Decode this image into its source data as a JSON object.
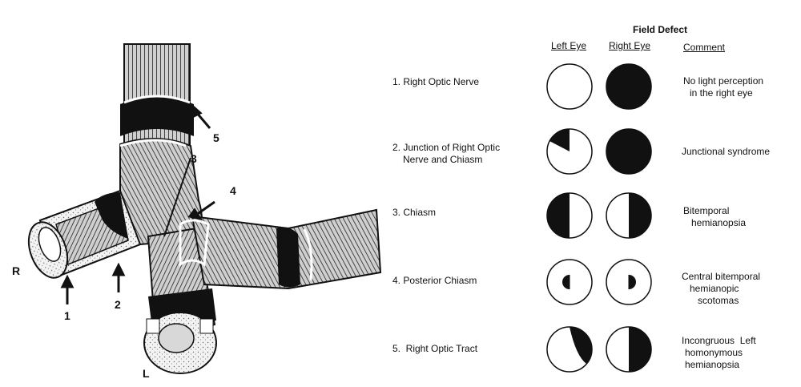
{
  "anatomy": {
    "side_labels": {
      "right": "R",
      "left": "L"
    },
    "lesion_markers": [
      "1",
      "2",
      "3",
      "4",
      "5"
    ]
  },
  "table": {
    "title": "Field Defect",
    "headers": {
      "left_eye": "Left Eye",
      "right_eye": "Right Eye",
      "comment": "Comment"
    },
    "rows": [
      {
        "label_lines": [
          "1. Right Optic Nerve"
        ],
        "left_defect": "none",
        "right_defect": "full",
        "comment_lines": [
          "No light perception",
          "in the right eye"
        ]
      },
      {
        "label_lines": [
          "2. Junction of Right Optic",
          "Nerve and Chiasm"
        ],
        "left_defect": "upper-temporal-quadrant",
        "right_defect": "full",
        "comment_lines": [
          "Junctional syndrome"
        ]
      },
      {
        "label_lines": [
          "3. Chiasm"
        ],
        "left_defect": "temporal-half",
        "right_defect": "temporal-half",
        "comment_lines": [
          "Bitemporal",
          "hemianopsia"
        ]
      },
      {
        "label_lines": [
          "4. Posterior Chiasm"
        ],
        "left_defect": "central-temporal-scotoma",
        "right_defect": "central-temporal-scotoma",
        "comment_lines": [
          "Central bitemporal",
          "hemianopic",
          "scotomas"
        ]
      },
      {
        "label_lines": [
          "5.  Right Optic Tract"
        ],
        "left_defect": "right-half-incongruous",
        "right_defect": "right-half",
        "comment_lines": [
          "Incongruous  Left",
          "homonymous",
          "hemianopsia"
        ]
      }
    ]
  }
}
